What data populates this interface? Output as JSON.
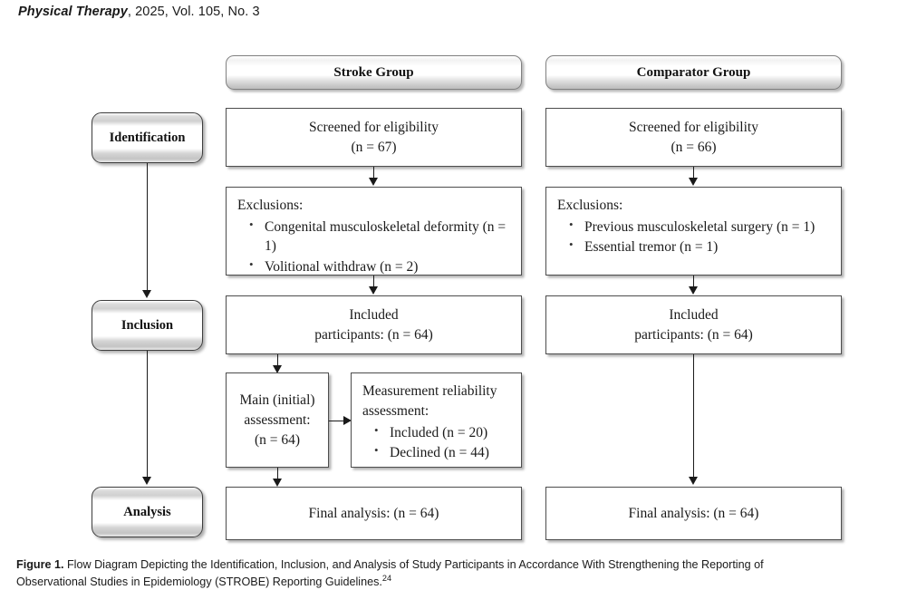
{
  "running_head": {
    "journal": "Physical Therapy",
    "rest": ", 2025, Vol. 105, No. 3"
  },
  "diagram": {
    "column_headers": [
      {
        "id": "stroke",
        "label": "Stroke Group"
      },
      {
        "id": "comparator",
        "label": "Comparator Group"
      }
    ],
    "stages": [
      {
        "id": "identification",
        "label": "Identification"
      },
      {
        "id": "inclusion",
        "label": "Inclusion"
      },
      {
        "id": "analysis",
        "label": "Analysis"
      }
    ],
    "stroke": {
      "screened_line1": "Screened for eligibility",
      "screened_line2": "(n = 67)",
      "exclusions_title": "Exclusions:",
      "exclusions_items": [
        "Congenital musculoskeletal deformity (n = 1)",
        "Volitional withdraw (n = 2)"
      ],
      "included_line1": "Included",
      "included_line2": "participants: (n = 64)",
      "main_assessment_line1": "Main (initial)",
      "main_assessment_line2": "assessment:",
      "main_assessment_line3": "(n = 64)",
      "reliability_line1": "Measurement reliability",
      "reliability_line2": "assessment:",
      "reliability_items": [
        "Included (n = 20)",
        "Declined (n = 44)"
      ],
      "final_analysis": "Final analysis: (n = 64)"
    },
    "comparator": {
      "screened_line1": "Screened for eligibility",
      "screened_line2": "(n = 66)",
      "exclusions_title": "Exclusions:",
      "exclusions_items": [
        "Previous musculoskeletal surgery (n = 1)",
        "Essential tremor (n = 1)"
      ],
      "included_line1": "Included",
      "included_line2": "participants: (n = 64)",
      "final_analysis": "Final analysis: (n = 64)"
    }
  },
  "caption": {
    "label": "Figure 1.",
    "line1": " Flow Diagram Depicting the Identification, Inclusion, and Analysis of Study Participants in Accordance With Strengthening the Reporting of",
    "line2": "Observational Studies in Epidemiology (STROBE) Reporting Guidelines.",
    "reference": "24"
  },
  "colors": {
    "box_border": "#4d4d4d",
    "connector": "#1a1a1a",
    "text": "#1a1a1a",
    "header_gradient_top": "#ffffff",
    "header_gradient_bottom": "#bdbdbd"
  }
}
